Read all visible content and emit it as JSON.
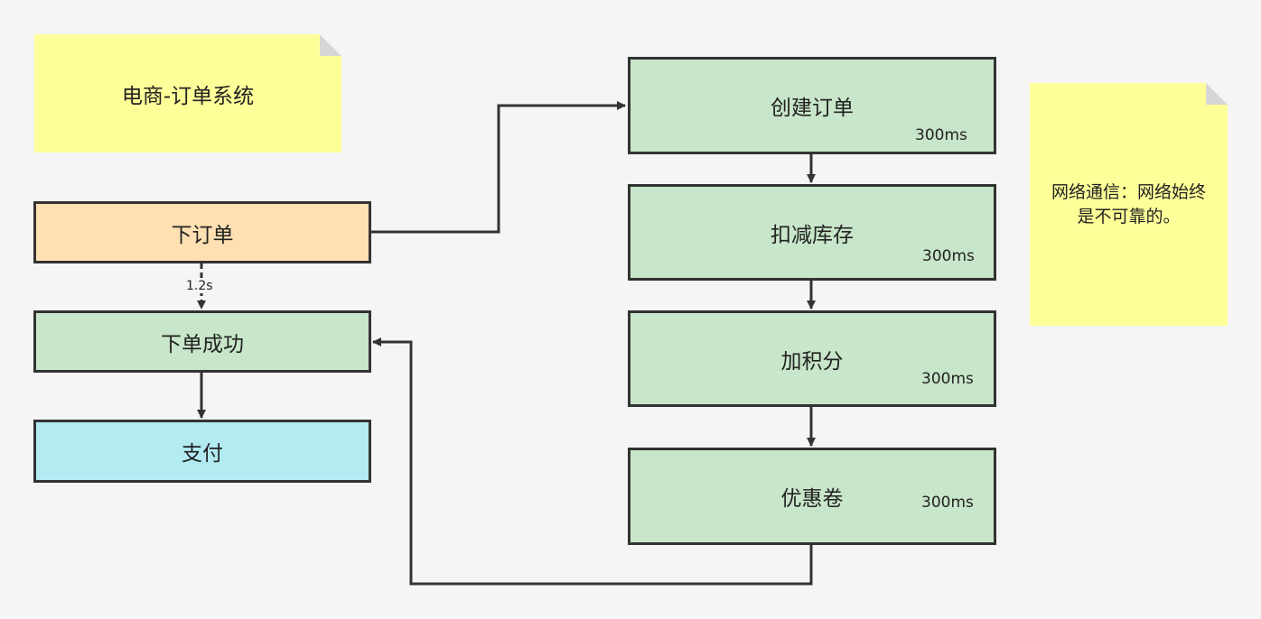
{
  "notes": {
    "title": "电商-订单系统",
    "comment": "网络通信：网络始终是不可靠的。"
  },
  "left_flow": {
    "place_order": "下订单",
    "order_success": "下单成功",
    "pay": "支付",
    "latency_label": "1.2s"
  },
  "right_flow": {
    "steps": [
      {
        "label": "创建订单",
        "time": "300ms"
      },
      {
        "label": "扣减库存",
        "time": "300ms"
      },
      {
        "label": "加积分",
        "time": "300ms"
      },
      {
        "label": "优惠卷",
        "time": "300ms"
      }
    ]
  },
  "colors": {
    "note": "#ffff99",
    "green": "#c8e6c9",
    "orange": "#ffe0b2",
    "cyan": "#b2ebf2",
    "line": "#333333"
  }
}
